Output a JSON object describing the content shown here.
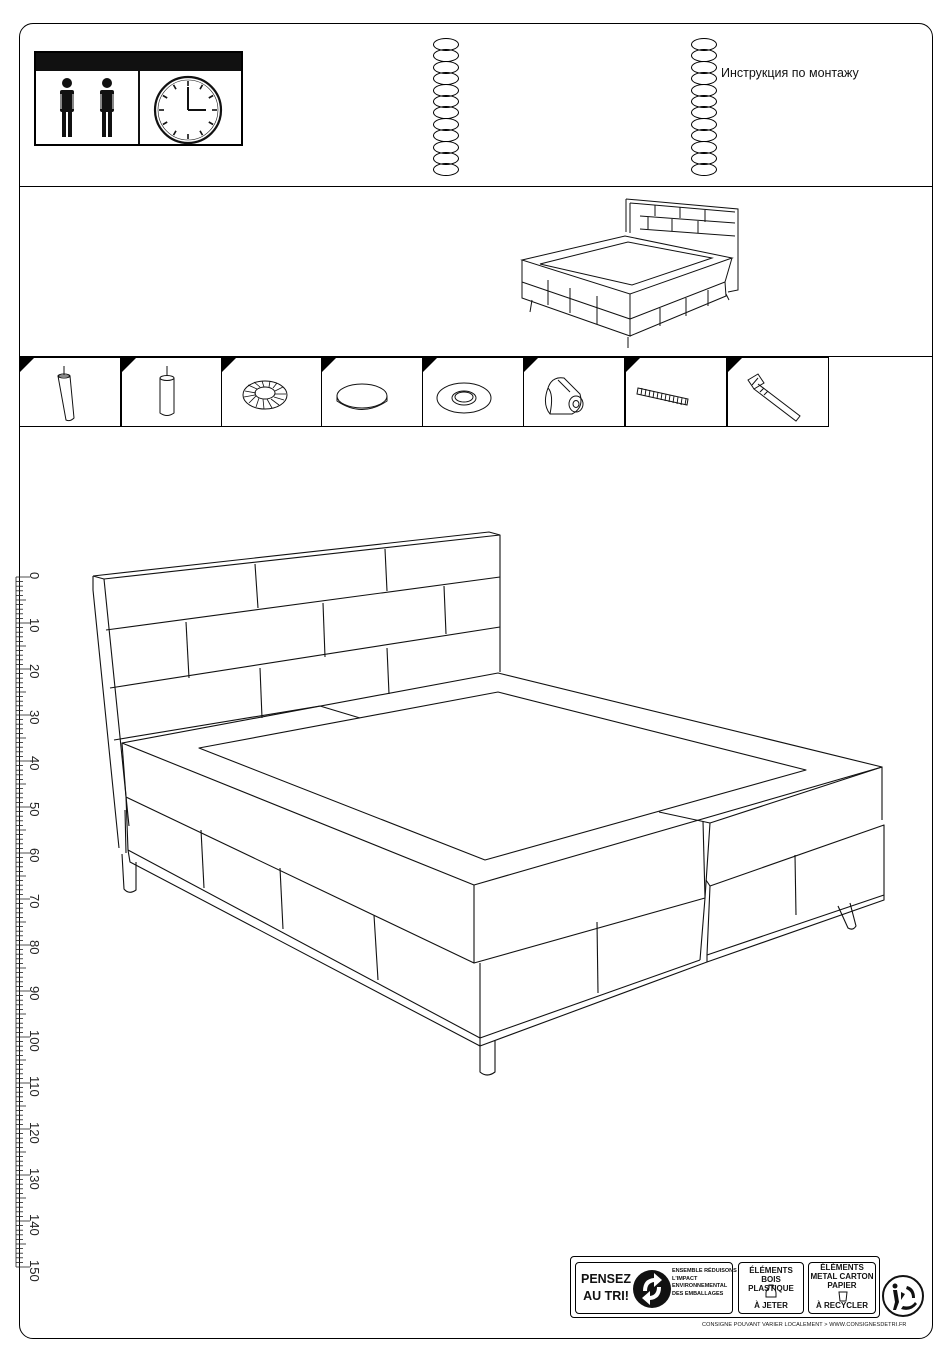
{
  "header": {
    "title": "Инструкция по монтажу"
  },
  "assembly_people_count": 2,
  "clock_icon": "clock-icon",
  "parts": [
    {
      "icon": "tapered-leg-icon"
    },
    {
      "icon": "cylinder-leg-icon"
    },
    {
      "icon": "slotted-disc-icon"
    },
    {
      "icon": "glide-pad-icon"
    },
    {
      "icon": "washer-icon"
    },
    {
      "icon": "corner-connector-icon"
    },
    {
      "icon": "threaded-rod-icon"
    },
    {
      "icon": "bolt-icon"
    }
  ],
  "ruler": {
    "labels": [
      "0",
      "10",
      "20",
      "30",
      "40",
      "50",
      "60",
      "70",
      "80",
      "90",
      "100",
      "110",
      "120",
      "130",
      "140",
      "150"
    ]
  },
  "eco": {
    "pensez_line1": "PENSEZ",
    "pensez_line2": "AU TRI!",
    "ensemble_text": "ENSEMBLE RÉDUISONS L'IMPACT ENVIRONNEMENTAL DES EMBALLAGES",
    "bois_title": "ÉLÉMENTS BOIS PLASTIQUE",
    "bois_action": "À JETER",
    "metal_title": "ÉLÉMENTS METAL CARTON PAPIER",
    "metal_action": "À RECYCLER",
    "consigne": "CONSIGNE POUVANT VARIER LOCALEMENT > WWW.CONSIGNESDETRI.FR"
  }
}
